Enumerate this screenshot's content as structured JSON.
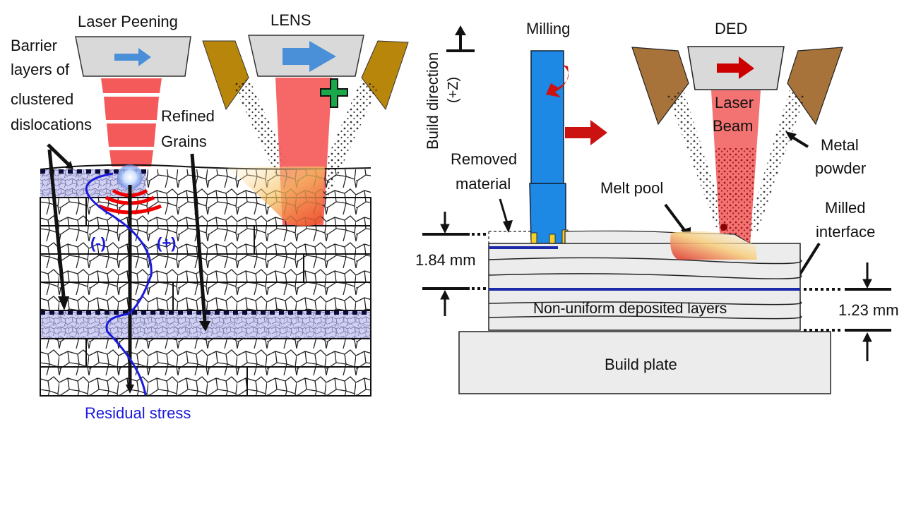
{
  "left_panel": {
    "title_laser_peening": "Laser Peening",
    "title_lens": "LENS",
    "label_barrier_line1": "Barrier",
    "label_barrier_line2": "layers of",
    "label_barrier_line3": "clustered",
    "label_barrier_line4": "dislocations",
    "label_refined_line1": "Refined",
    "label_refined_line2": "Grains",
    "label_compressive": "(-)",
    "label_tensile": "(+)",
    "label_residual_stress": "Residual stress"
  },
  "right_panel": {
    "label_build_direction": "Build direction",
    "label_build_axis": "(+Z)",
    "title_milling": "Milling",
    "title_ded": "DED",
    "label_laser_line1": "Laser",
    "label_laser_line2": "Beam",
    "label_metal_line1": "Metal",
    "label_metal_line2": "powder",
    "label_removed_line1": "Removed",
    "label_removed_line2": "material",
    "label_melt_pool": "Melt pool",
    "label_milled_line1": "Milled",
    "label_milled_line2": "interface",
    "dim_removed": "1.84 mm",
    "dim_interface": "1.23 mm",
    "label_layers": "Non-uniform deposited layers",
    "label_build_plate": "Build plate"
  },
  "colors": {
    "laser_red": "#f55a5a",
    "head_gray": "#d9d9d9",
    "nozzle_gold": "#b8860b",
    "nozzle_brown": "#a8733a",
    "mill_blue": "#1e88e5",
    "arrow_blue": "#4a90d9",
    "arrow_red": "#cc0000",
    "stress_blue": "#1a1adc",
    "barrier_fill": "#c8c8f0",
    "interface_blue": "#1a2aa8",
    "plus_green": "#1aa84a"
  }
}
